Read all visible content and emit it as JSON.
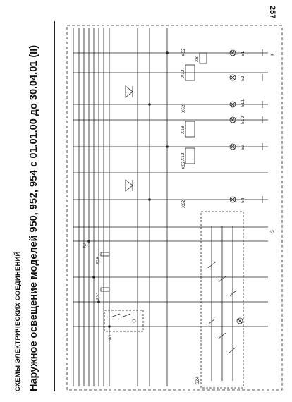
{
  "page": {
    "number": "257",
    "section_title": "СХЕМЫ ЭЛЕКТРИЧЕСКИХ СОЕДИНЕНИЙ",
    "main_title": "Наружное освещение моделей 950, 952, 954 с 01.01.00 до 30.04.01 (II)"
  },
  "diagram": {
    "references": [
      "A7",
      "F21",
      "F28",
      "A1",
      "S24",
      "X62",
      "X62",
      "X62",
      "X62",
      "X8",
      "X12",
      "X12",
      "X18",
      "E1",
      "E2",
      "E3",
      "E4",
      "E11",
      "E12",
      "K",
      "S"
    ]
  }
}
